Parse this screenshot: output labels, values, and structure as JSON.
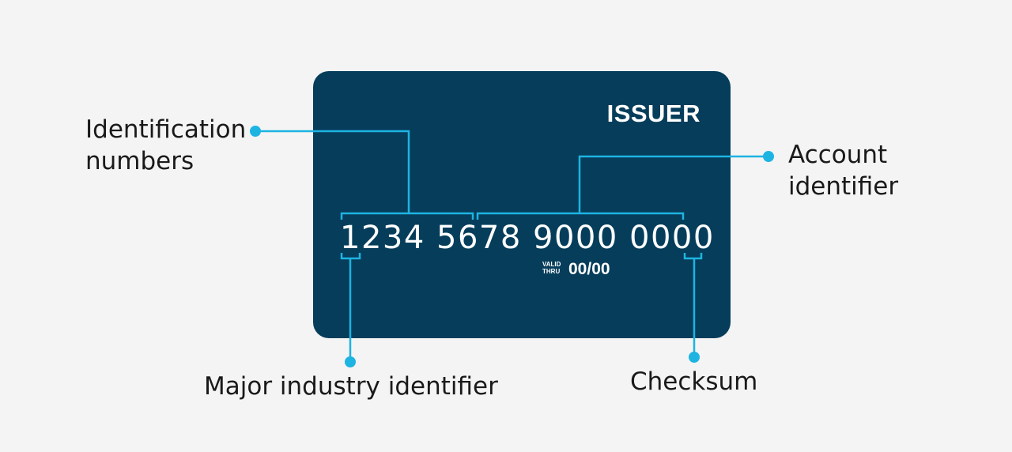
{
  "card": {
    "issuer": "ISSUER",
    "number": "1234 5678 9000 0000",
    "valid_line1": "VALID",
    "valid_line2": "THRU",
    "expiry": "00/00"
  },
  "labels": {
    "identification_line1": "Identification",
    "identification_line2": "numbers",
    "account_line1": "Account",
    "account_line2": "identifier",
    "major_industry": "Major industry identifier",
    "checksum": "Checksum"
  },
  "colors": {
    "background": "#f4f4f4",
    "card": "#063d5b",
    "accent": "#1db4e2",
    "text": "#1a1a1a"
  }
}
